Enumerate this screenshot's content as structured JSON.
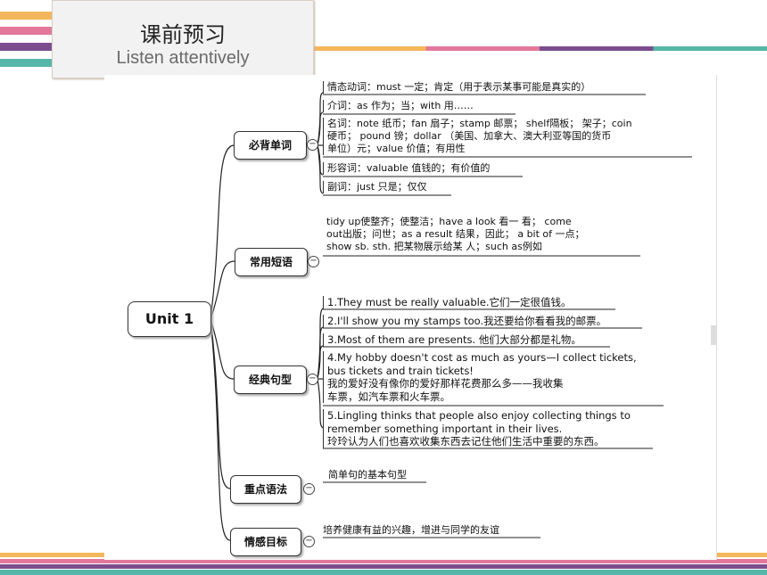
{
  "header": {
    "title_cn": "课前预习",
    "title_en": "Listen attentively"
  },
  "mindmap": {
    "root": "Unit 1",
    "branches": [
      {
        "label": "必背单词",
        "items": [
          "情态动词：must 一定；肯定（用于表示某事可能是真实的）",
          "介词：as 作为；当；with 用……",
          [
            "名词：note 纸币；fan 扇子；stamp 邮票； shelf隔板； 架子；coin",
            "硬币； pound 镑；dollar （美国、加拿大、澳大利亚等国的货币",
            "单位）元；value 价值；有用性"
          ],
          "形容词：valuable 值钱的；有价值的",
          "副词：just 只是；仅仅"
        ]
      },
      {
        "label": "常用短语",
        "items": [
          [
            "tidy up使整齐；使整洁；have a look 看一 看； come",
            "out出版；问世；as a result 结果，因此； a bit of 一点；",
            "show sb. sth. 把某物展示给某 人；such as例如"
          ]
        ]
      },
      {
        "label": "经典句型",
        "items": [
          "1.They must be really valuable.它们一定很值钱。",
          "2.I'll show you my stamps too.我还要给你看看我的邮票。",
          "3.Most of them are presents. 他们大部分都是礼物。",
          [
            "4.My hobby doesn't cost as much as yours—I collect tickets,",
            "bus tickets and train tickets!",
            "我的爱好没有像你的爱好那样花费那么多——我收集",
            "车票，如汽车票和火车票。"
          ],
          [
            "5.Lingling thinks that people also enjoy collecting things to",
            "remember something important in their lives.",
            "玲玲认为人们也喜欢收集东西去记住他们生活中重要的东西。"
          ]
        ]
      },
      {
        "label": "重点语法",
        "items": [
          "简单句的基本句型"
        ]
      },
      {
        "label": "情感目标",
        "items": [
          "培养健康有益的兴趣，增进与同学的友谊"
        ]
      }
    ]
  },
  "colors": {
    "stripe_teal": "#48b0a0",
    "stripe_pink": "#e06a8a",
    "stripe_purple": "#7a4a8a",
    "stripe_orange": "#f0a040",
    "stripe_blue": "#5a6fb0"
  }
}
